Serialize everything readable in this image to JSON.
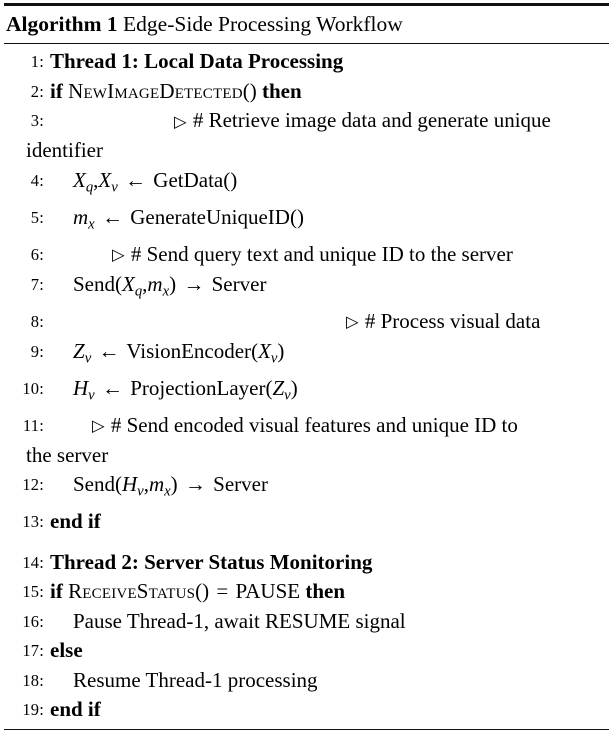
{
  "algorithm": {
    "caption": {
      "keyword": "Algorithm",
      "number": "1",
      "title": "Edge-Side Processing Workflow"
    },
    "lines": [
      {
        "no": "1:",
        "kind": "heading",
        "text": "Thread 1: Local Data Processing"
      },
      {
        "no": "2:",
        "kind": "if",
        "keyword_if": "if",
        "call": "NewImageDetected",
        "parens": "()",
        "keyword_then": "then"
      },
      {
        "no": "3:",
        "kind": "comment",
        "marker": "▷",
        "hash": "#",
        "text": "Retrieve image data and generate unique",
        "wrapped": "identifier"
      },
      {
        "no": "4:",
        "kind": "assign",
        "lhs_1": "X",
        "lhs_1_sub": "q",
        "comma": ",",
        "lhs_2": "X",
        "lhs_2_sub": "v",
        "arrow": "←",
        "rhs": "GetData",
        "parens": "()"
      },
      {
        "no": "5:",
        "kind": "assign",
        "lhs_1": "m",
        "lhs_1_sub": "x",
        "arrow": "←",
        "rhs": "GenerateUniqueID",
        "parens": "()"
      },
      {
        "no": "6:",
        "kind": "comment",
        "marker": "▷",
        "hash": "#",
        "text": "Send query text and unique ID to the server"
      },
      {
        "no": "7:",
        "kind": "send",
        "fn": "Send",
        "open": "(",
        "arg1": "X",
        "arg1_sub": "q",
        "comma": ",",
        "arg2": "m",
        "arg2_sub": "x",
        "close": ")",
        "arrow": "→",
        "target": "Server"
      },
      {
        "no": "8:",
        "kind": "comment",
        "marker": "▷",
        "hash": "#",
        "text": "Process visual data"
      },
      {
        "no": "9:",
        "kind": "assign",
        "lhs_1": "Z",
        "lhs_1_sub": "v",
        "arrow": "←",
        "rhs": "VisionEncoder",
        "open": "(",
        "arg": "X",
        "arg_sub": "v",
        "close": ")"
      },
      {
        "no": "10:",
        "kind": "assign",
        "lhs_1": "H",
        "lhs_1_sub": "v",
        "arrow": "←",
        "rhs": "ProjectionLayer",
        "open": "(",
        "arg": "Z",
        "arg_sub": "v",
        "close": ")"
      },
      {
        "no": "11:",
        "kind": "comment",
        "marker": "▷",
        "hash": "#",
        "text": "Send encoded visual features and unique ID to",
        "wrapped": "the server"
      },
      {
        "no": "12:",
        "kind": "send",
        "fn": "Send",
        "open": "(",
        "arg1": "H",
        "arg1_sub": "v",
        "comma": ",",
        "arg2": "m",
        "arg2_sub": "x",
        "close": ")",
        "arrow": "→",
        "target": "Server"
      },
      {
        "no": "13:",
        "kind": "endif",
        "text": "end if"
      },
      {
        "no": "14:",
        "kind": "heading",
        "text": "Thread 2: Server Status Monitoring"
      },
      {
        "no": "15:",
        "kind": "if",
        "keyword_if": "if",
        "call": "ReceiveStatus",
        "parens": "()",
        "equals": "=",
        "value": "PAUSE",
        "keyword_then": "then"
      },
      {
        "no": "16:",
        "kind": "stmt",
        "text": "Pause Thread-1, await RESUME signal"
      },
      {
        "no": "17:",
        "kind": "else",
        "text": "else"
      },
      {
        "no": "18:",
        "kind": "stmt",
        "text": "Resume Thread-1 processing"
      },
      {
        "no": "19:",
        "kind": "endif",
        "text": "end if"
      }
    ]
  },
  "colors": {
    "text": "#000000",
    "rule": "#111111",
    "background": "#ffffff"
  }
}
